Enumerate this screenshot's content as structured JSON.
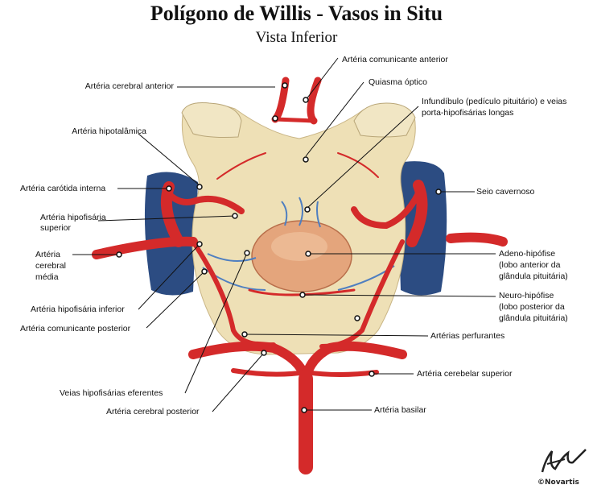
{
  "title": "Polígono de Willis - Vasos in Situ",
  "subtitle": "Vista Inferior",
  "labels": {
    "comunicante_anterior": "Artéria comunicante anterior",
    "quiasma": "Quiasma óptico",
    "infundibulo_1": "Infundíbulo (pedículo pituitário) e veias",
    "infundibulo_2": "porta-hipofisárias longas",
    "cerebral_anterior": "Artéria cerebral anterior",
    "hipotalamica": "Artéria hipotalâmica",
    "carotida": "Artéria carótida interna",
    "hipofisaria_sup_1": "Artéria hipofisária",
    "hipofisaria_sup_2": "superior",
    "seio": "Seio cavernoso",
    "cerebral_media_1": "Artéria",
    "cerebral_media_2": "cerebral",
    "cerebral_media_3": "média",
    "adeno_1": "Adeno-hipófise",
    "adeno_2": "(lobo anterior da",
    "adeno_3": "glândula pituitária)",
    "neuro_1": "Neuro-hipófise",
    "neuro_2": "(lobo posterior da",
    "neuro_3": "glândula pituitária)",
    "hipofisaria_inf": "Artéria hipofisária inferior",
    "comunicante_posterior": "Artéria comunicante posterior",
    "perfurantes": "Artérias perfurantes",
    "cerebelar_sup": "Artéria cerebelar superior",
    "veias_eferentes": "Veias hipofisárias eferentes",
    "basilar": "Artéria basilar",
    "cerebral_posterior": "Artéria cerebral posterior"
  },
  "signature": {
    "copyright": "©Novartis"
  },
  "colors": {
    "artery": "#d42a2a",
    "vein": "#4f7fc0",
    "bone": "#efe2b8",
    "sinus": "#2a4a80",
    "gland": "#e3a27a"
  }
}
